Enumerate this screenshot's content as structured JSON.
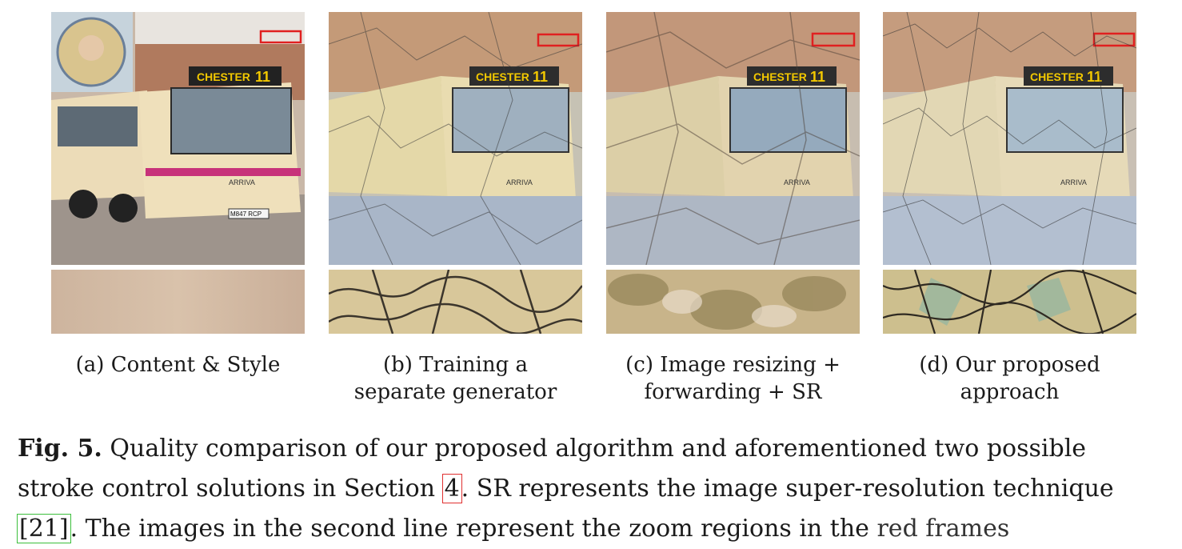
{
  "panels": [
    {
      "id": "a",
      "line1": "(a) Content & Style",
      "line2": ""
    },
    {
      "id": "b",
      "line1": "(b) Training a",
      "line2": "separate generator"
    },
    {
      "id": "c",
      "line1": "(c) Image resizing +",
      "line2": "forwarding + SR"
    },
    {
      "id": "d",
      "line1": "(d) Our proposed",
      "line2": "approach"
    }
  ],
  "bus": {
    "destination": "CHESTER",
    "route": "11",
    "brand": "ARRIVA",
    "plate": "M847 RCP"
  },
  "caption": {
    "fig_label": "Fig. 5.",
    "part1": " Quality comparison of our proposed algorithm and aforementioned two possible stroke control solutions in Section ",
    "ref_section": "4",
    "part2": ". SR represents the image super-resolution technique ",
    "ref_cite": "[21]",
    "part3": ". The images in the second line represent the zoom regions in the ",
    "cut_off": "red frames"
  },
  "colors": {
    "zoom_frame": "#e02020",
    "ref_box_section": "#e03030",
    "ref_box_cite": "#3cbf3c"
  }
}
